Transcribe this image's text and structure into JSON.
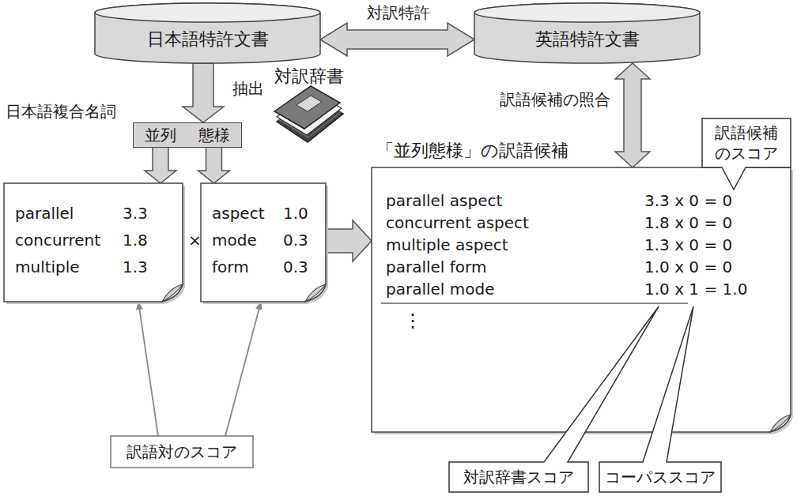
{
  "diagram": {
    "nodes": [
      {
        "text": [
          "日本語特許文書"
        ]
      },
      {
        "text": [
          "英語特許文書"
        ]
      },
      {
        "text": [
          "日本語複合名詞"
        ]
      },
      {
        "text": [
          "並列"
        ],
        "in": 2
      },
      {
        "text": [
          "態様"
        ],
        "in": 2
      },
      {
        "text": [
          "parallel",
          "3.3",
          "concurrent",
          "1.8",
          "multiple",
          "1.3"
        ]
      },
      {
        "text": [
          "aspect",
          "1.0",
          "mode",
          "0.3",
          "form",
          "0.3"
        ]
      },
      {
        "text": [
          "「並列態様」の訳語候補",
          "parallel aspect",
          "3.3 x 0 = 0",
          "concurrent aspect",
          "1.8 x 0 = 0",
          "multiple aspect",
          "1.3 x 0 = 0",
          "parallel form",
          "1.0 x 0 = 0",
          "parallel mode",
          "1.0 x 1 = 1.0",
          "⋮"
        ]
      },
      {
        "text": [
          "訳語候補のスコア"
        ]
      },
      {
        "text": [
          "訳語対のスコア"
        ]
      },
      {
        "text": [
          "対訳辞書スコア"
        ]
      },
      {
        "text": [
          "コーパススコア"
        ]
      }
    ],
    "edges": [
      {
        "from": 0,
        "to": 1,
        "arrow": "both",
        "label": "対訳特許"
      },
      {
        "from": 0,
        "to": 2,
        "arrow": "to",
        "label": "抽出"
      },
      {
        "from": 3,
        "to": 5,
        "arrow": "to"
      },
      {
        "from": 4,
        "to": 6,
        "arrow": "to"
      },
      {
        "from": 1,
        "to": 7,
        "arrow": "both",
        "label": "訳語候補の照合"
      },
      {
        "from": 6,
        "to": 7,
        "arrow": "to"
      },
      {
        "from": 9,
        "to": 5,
        "arrow": "to"
      },
      {
        "from": 9,
        "to": 6,
        "arrow": "to"
      }
    ],
    "labels": [
      "対訳辞書",
      "×"
    ]
  }
}
